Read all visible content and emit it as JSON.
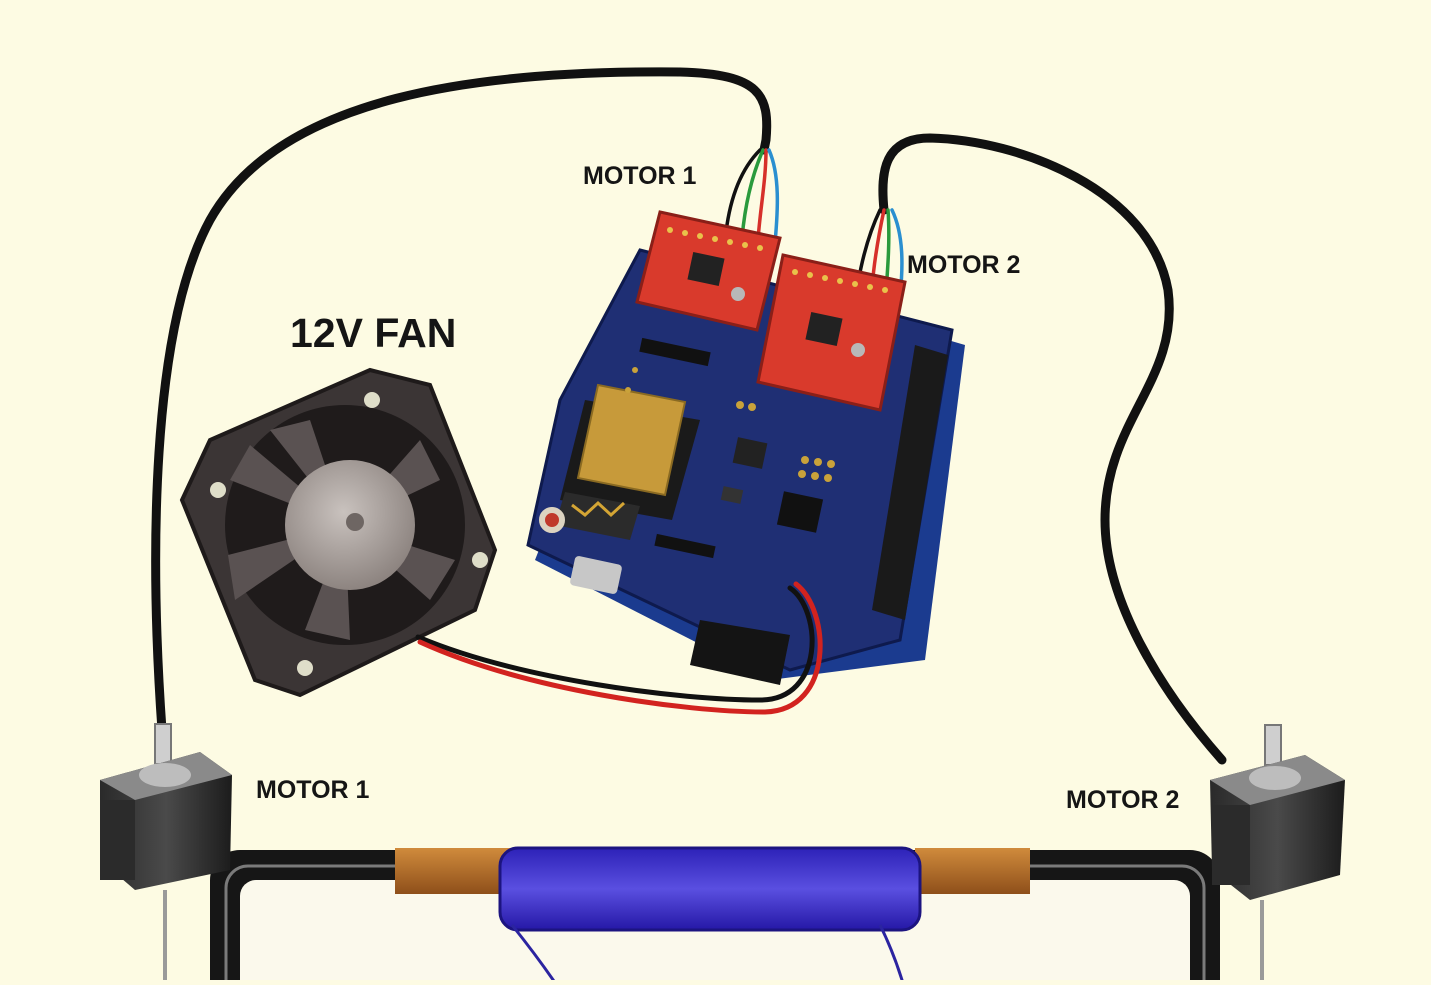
{
  "labels": {
    "motor1_top": "MOTOR 1",
    "motor2_top": "MOTOR 2",
    "fan": "12V FAN",
    "motor1_bottom": "MOTOR 1",
    "motor2_bottom": "MOTOR 2"
  },
  "colors": {
    "background": "#fdfbe3",
    "cable": "#111111",
    "pcb": "#1f2f74",
    "driver_board": "#d93a2c",
    "fan_body": "#3b3535",
    "fan_hub": "#a49c98",
    "power_wire": "#d2231f",
    "whiteboard_marker": "#3a31c8",
    "frame_wood": "#b86f2a"
  }
}
